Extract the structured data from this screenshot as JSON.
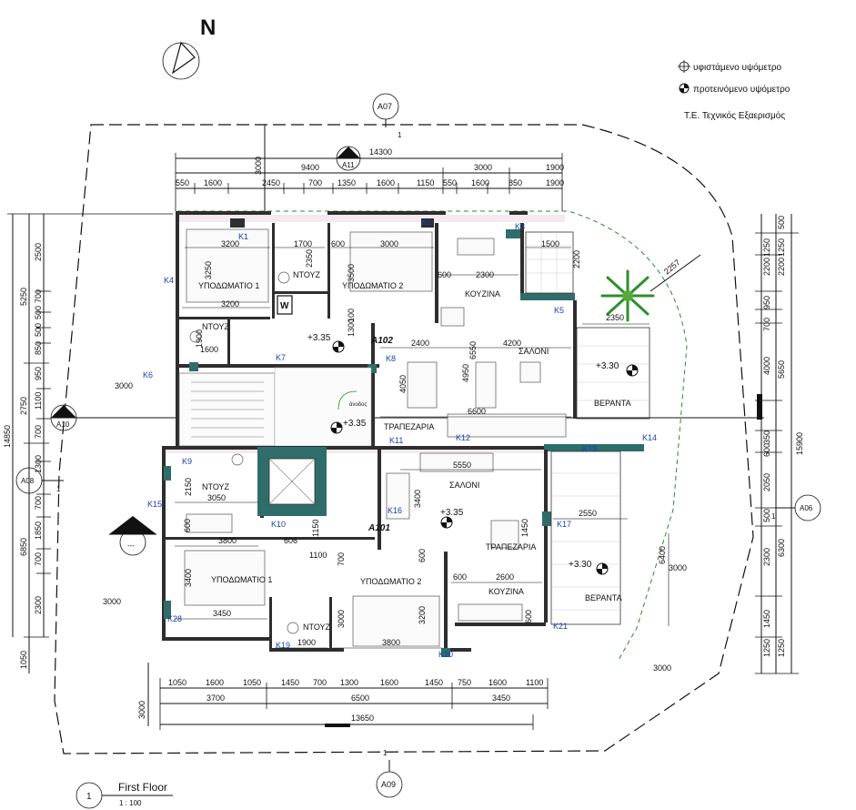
{
  "north_label": "N",
  "legend": {
    "existing_level": "υφιστάμενο υψόμετρο",
    "proposed_level": "προτεινόμενο υψόμετρο",
    "office": "Τ.Ε. Τεχνικός Εξαερισμός"
  },
  "title_block": {
    "number": "1",
    "title": "First Floor",
    "scale": "1 : 100"
  },
  "section_markers": {
    "a07": "A07",
    "a07_num": "1",
    "a09": "A09",
    "a09_num": "1",
    "a11": "A11",
    "a11_num": "1",
    "a10": "A10",
    "a10_num": "1",
    "a08": "A08",
    "a08_num": "1",
    "a06": "A06",
    "a06_num": "1",
    "west_tag": "---"
  },
  "apartments": {
    "a102": "A102",
    "a101": "A101"
  },
  "rooms": {
    "bed1_top": "ΥΠΟΔΩΜΑΤΙΟ 1",
    "bed2_top": "ΥΠΟΔΩΜΑΤΙΟ 2",
    "shower_top1": "ΝΤΟΥΖ",
    "shower_top2": "ΝΤΟΥΖ",
    "kitchen_top": "ΚΟΥΖΙΝΑ",
    "living_top": "ΣΑΛΟΝΙ",
    "dining_top": "ΤΡΑΠΕΖΑΡΙΑ",
    "veranda_top": "ΒΕΡΑΝΤΑ",
    "shower_bot1": "ΝΤΟΥΖ",
    "living_bot": "ΣΑΛΟΝΙ",
    "dining_bot": "ΤΡΑΠΕΖΑΡΙΑ",
    "bed1_bot": "ΥΠΟΔΩΜΑΤΙΟ 1",
    "bed2_bot": "ΥΠΟΔΩΜΑΤΙΟ 2",
    "shower_bot2": "ΝΤΟΥΖ",
    "kitchen_bot": "ΚΟΥΖΙΝΑ",
    "veranda_bot": "ΒΕΡΑΝΤΑ",
    "wc_symbol": "W",
    "stair_note": "άνοδος"
  },
  "levels": {
    "l1": "+3.35",
    "l2": "+3.35",
    "l3": "+3.35",
    "l4": "+3.30",
    "l5": "+3.30"
  },
  "window_tags": {
    "k1": "K1",
    "k2": "K2",
    "k3": "K3",
    "k4": "K4",
    "k5": "K5",
    "k6": "K6",
    "k7": "K7",
    "k8": "K8",
    "k9": "K9",
    "k10": "K10",
    "k11": "K11",
    "k12": "K12",
    "k13": "K13",
    "k14": "K14",
    "k15": "K15",
    "k16": "K16",
    "k17": "K17",
    "k19": "K19",
    "k20": "K20",
    "k21": "K21",
    "k28": "K28"
  },
  "dims_top": {
    "overall": "14300",
    "r2": [
      "9400",
      "3000",
      "1900"
    ],
    "r3": [
      "550",
      "1600",
      "2450",
      "700",
      "1350",
      "1600",
      "1150",
      "550",
      "1600",
      "850",
      "1900"
    ],
    "vert": "3000"
  },
  "dims_bottom": {
    "r1": [
      "1050",
      "1600",
      "1050",
      "1450",
      "700",
      "1300",
      "1600",
      "1450",
      "750",
      "1600",
      "1100"
    ],
    "r2": [
      "3700",
      "6500",
      "3450"
    ],
    "overall": "13650",
    "side": "3000"
  },
  "dims_left": {
    "outer": "14850",
    "c1": [
      "5250",
      "2750",
      "6850",
      "1050"
    ],
    "c2": [
      "2500",
      "700",
      "500",
      "500",
      "850",
      "950",
      "1100",
      "700",
      "1300",
      "700",
      "1850",
      "700",
      "2300"
    ]
  },
  "dims_right": {
    "outer": "15900",
    "c1": [
      "500",
      "1250",
      "2200",
      "950",
      "700",
      "4000",
      "350",
      "600",
      "2050",
      "500",
      "2300",
      "1450",
      "1250"
    ],
    "c2": [
      "1250",
      "2200",
      "5650",
      "6300",
      "1250"
    ],
    "top_diag": "2257"
  },
  "dims_inner": {
    "d3200a": "3200",
    "d1700": "1700",
    "d600a": "600",
    "d3000a": "3000",
    "d1500": "1500",
    "d3250": "3250",
    "d2350a": "2350",
    "d3500": "3500",
    "d2200": "2200",
    "d600b": "600",
    "d2300": "2300",
    "d3200b": "3200",
    "d1300": "1300",
    "d100": "100",
    "d1900a": "1900",
    "d1600": "1600",
    "d2400": "2400",
    "d4200": "4200",
    "d2350b": "2350",
    "d4950": "4950",
    "d6550": "6550",
    "d4050": "4050",
    "d6600": "6600",
    "d3000side": "3000",
    "d5550": "5550",
    "d2150": "2150",
    "d3050": "3050",
    "d3400a": "3400",
    "d1150": "1150",
    "d600c": "600",
    "d3800": "3800",
    "d606": "606",
    "d1100": "1100",
    "d700": "700",
    "d2550": "2550",
    "d1450": "1450",
    "d6400": "6400",
    "d3000r": "3000",
    "d600d": "600",
    "d600e": "600",
    "d2600": "2600",
    "d3400b": "3400",
    "d3450": "3450",
    "d3000b": "3000",
    "d3200c": "3200",
    "d1900b": "1900",
    "d3800b": "3800",
    "d600f": "600",
    "d3000left": "3000",
    "d3000leftb": "3000"
  }
}
